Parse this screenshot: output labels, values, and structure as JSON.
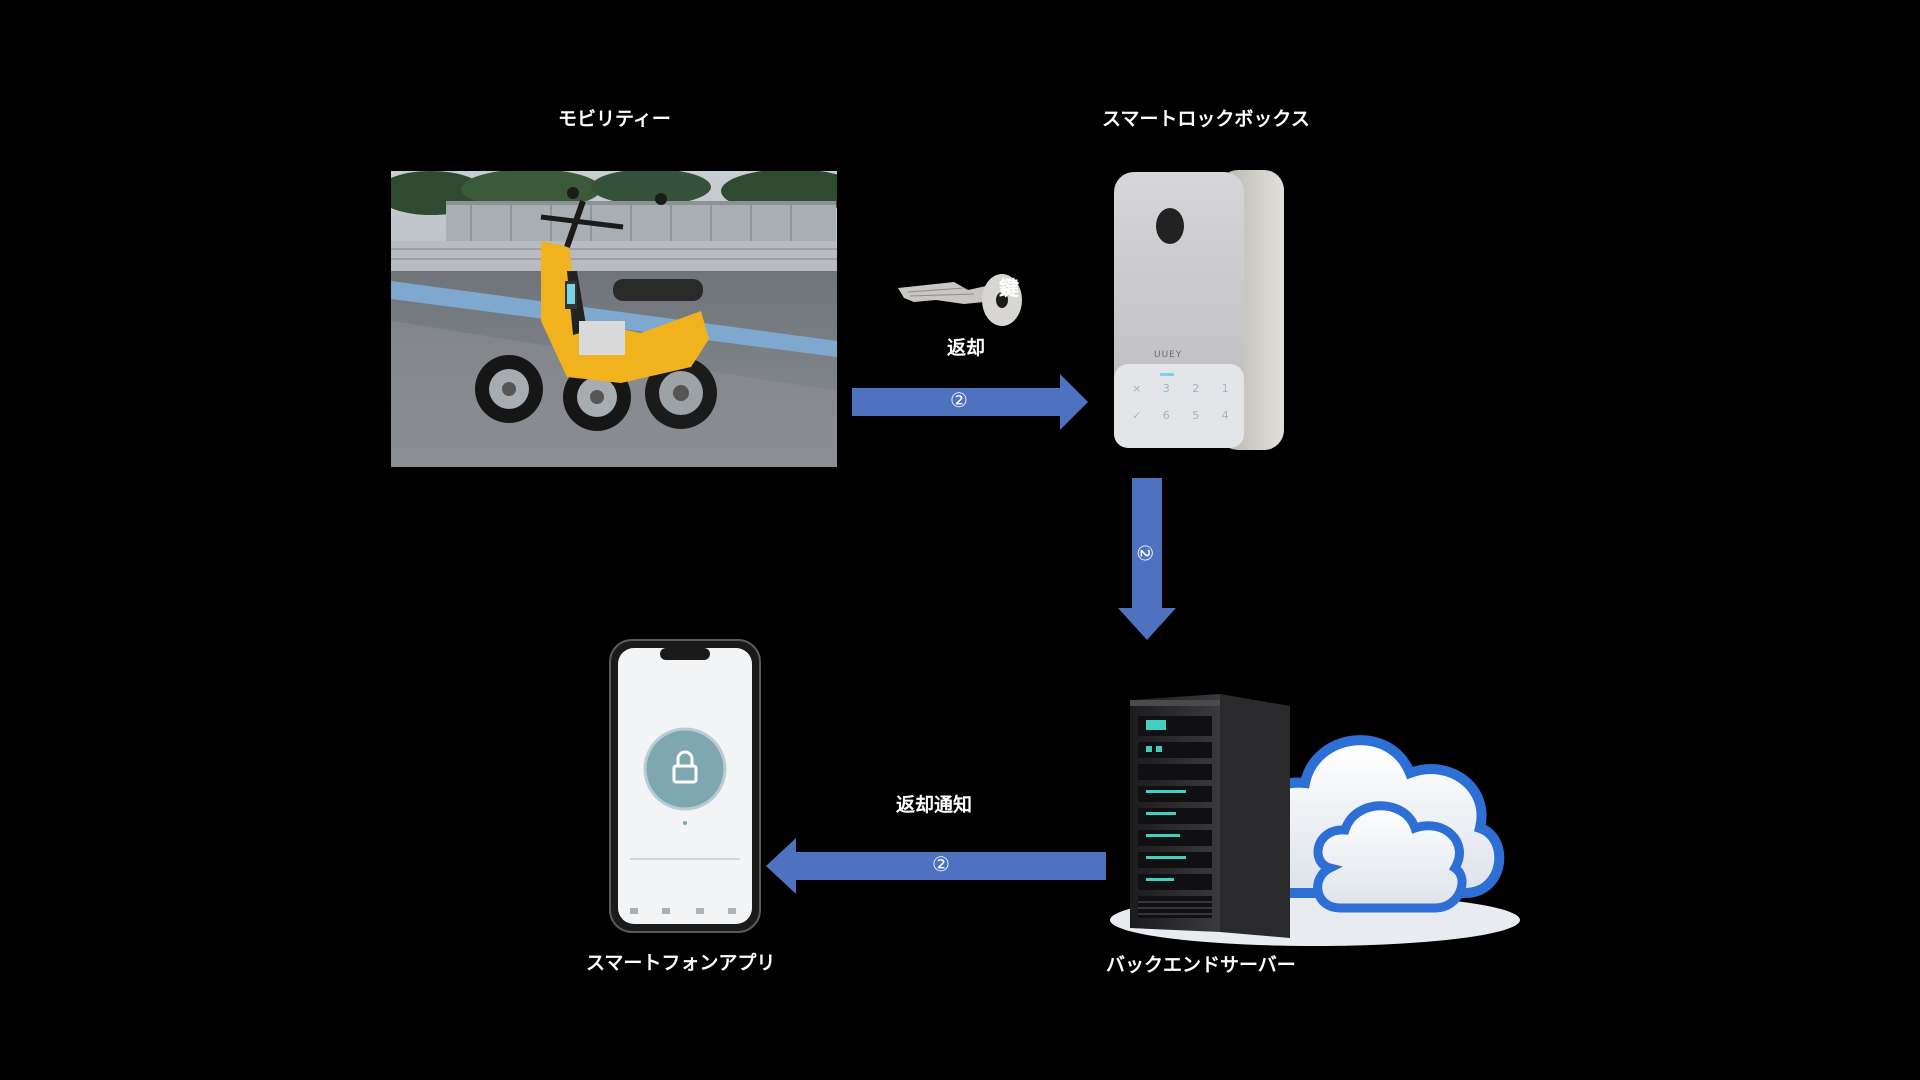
{
  "nodes": {
    "mobility": {
      "label": "モビリティー"
    },
    "lockbox": {
      "label": "スマートロックボックス",
      "brand": "UUEY",
      "keypad": [
        "×",
        "3",
        "2",
        "1",
        "✓",
        "6",
        "5",
        "4"
      ]
    },
    "backend": {
      "label": "バックエンドサーバー"
    },
    "smartphone": {
      "label": "スマートフォンアプリ"
    }
  },
  "key": {
    "char": "鍵",
    "caption": "返却"
  },
  "arrows": {
    "mobility_to_lockbox": {
      "step": "②"
    },
    "lockbox_to_backend": {
      "step": "②"
    },
    "backend_to_smartphone": {
      "step": "②",
      "caption": "返却通知"
    }
  },
  "colors": {
    "background": "#000000",
    "arrow": "#4f72c0",
    "scooter_body": "#f0b31e",
    "cloud_outline": "#2e6fd6"
  }
}
